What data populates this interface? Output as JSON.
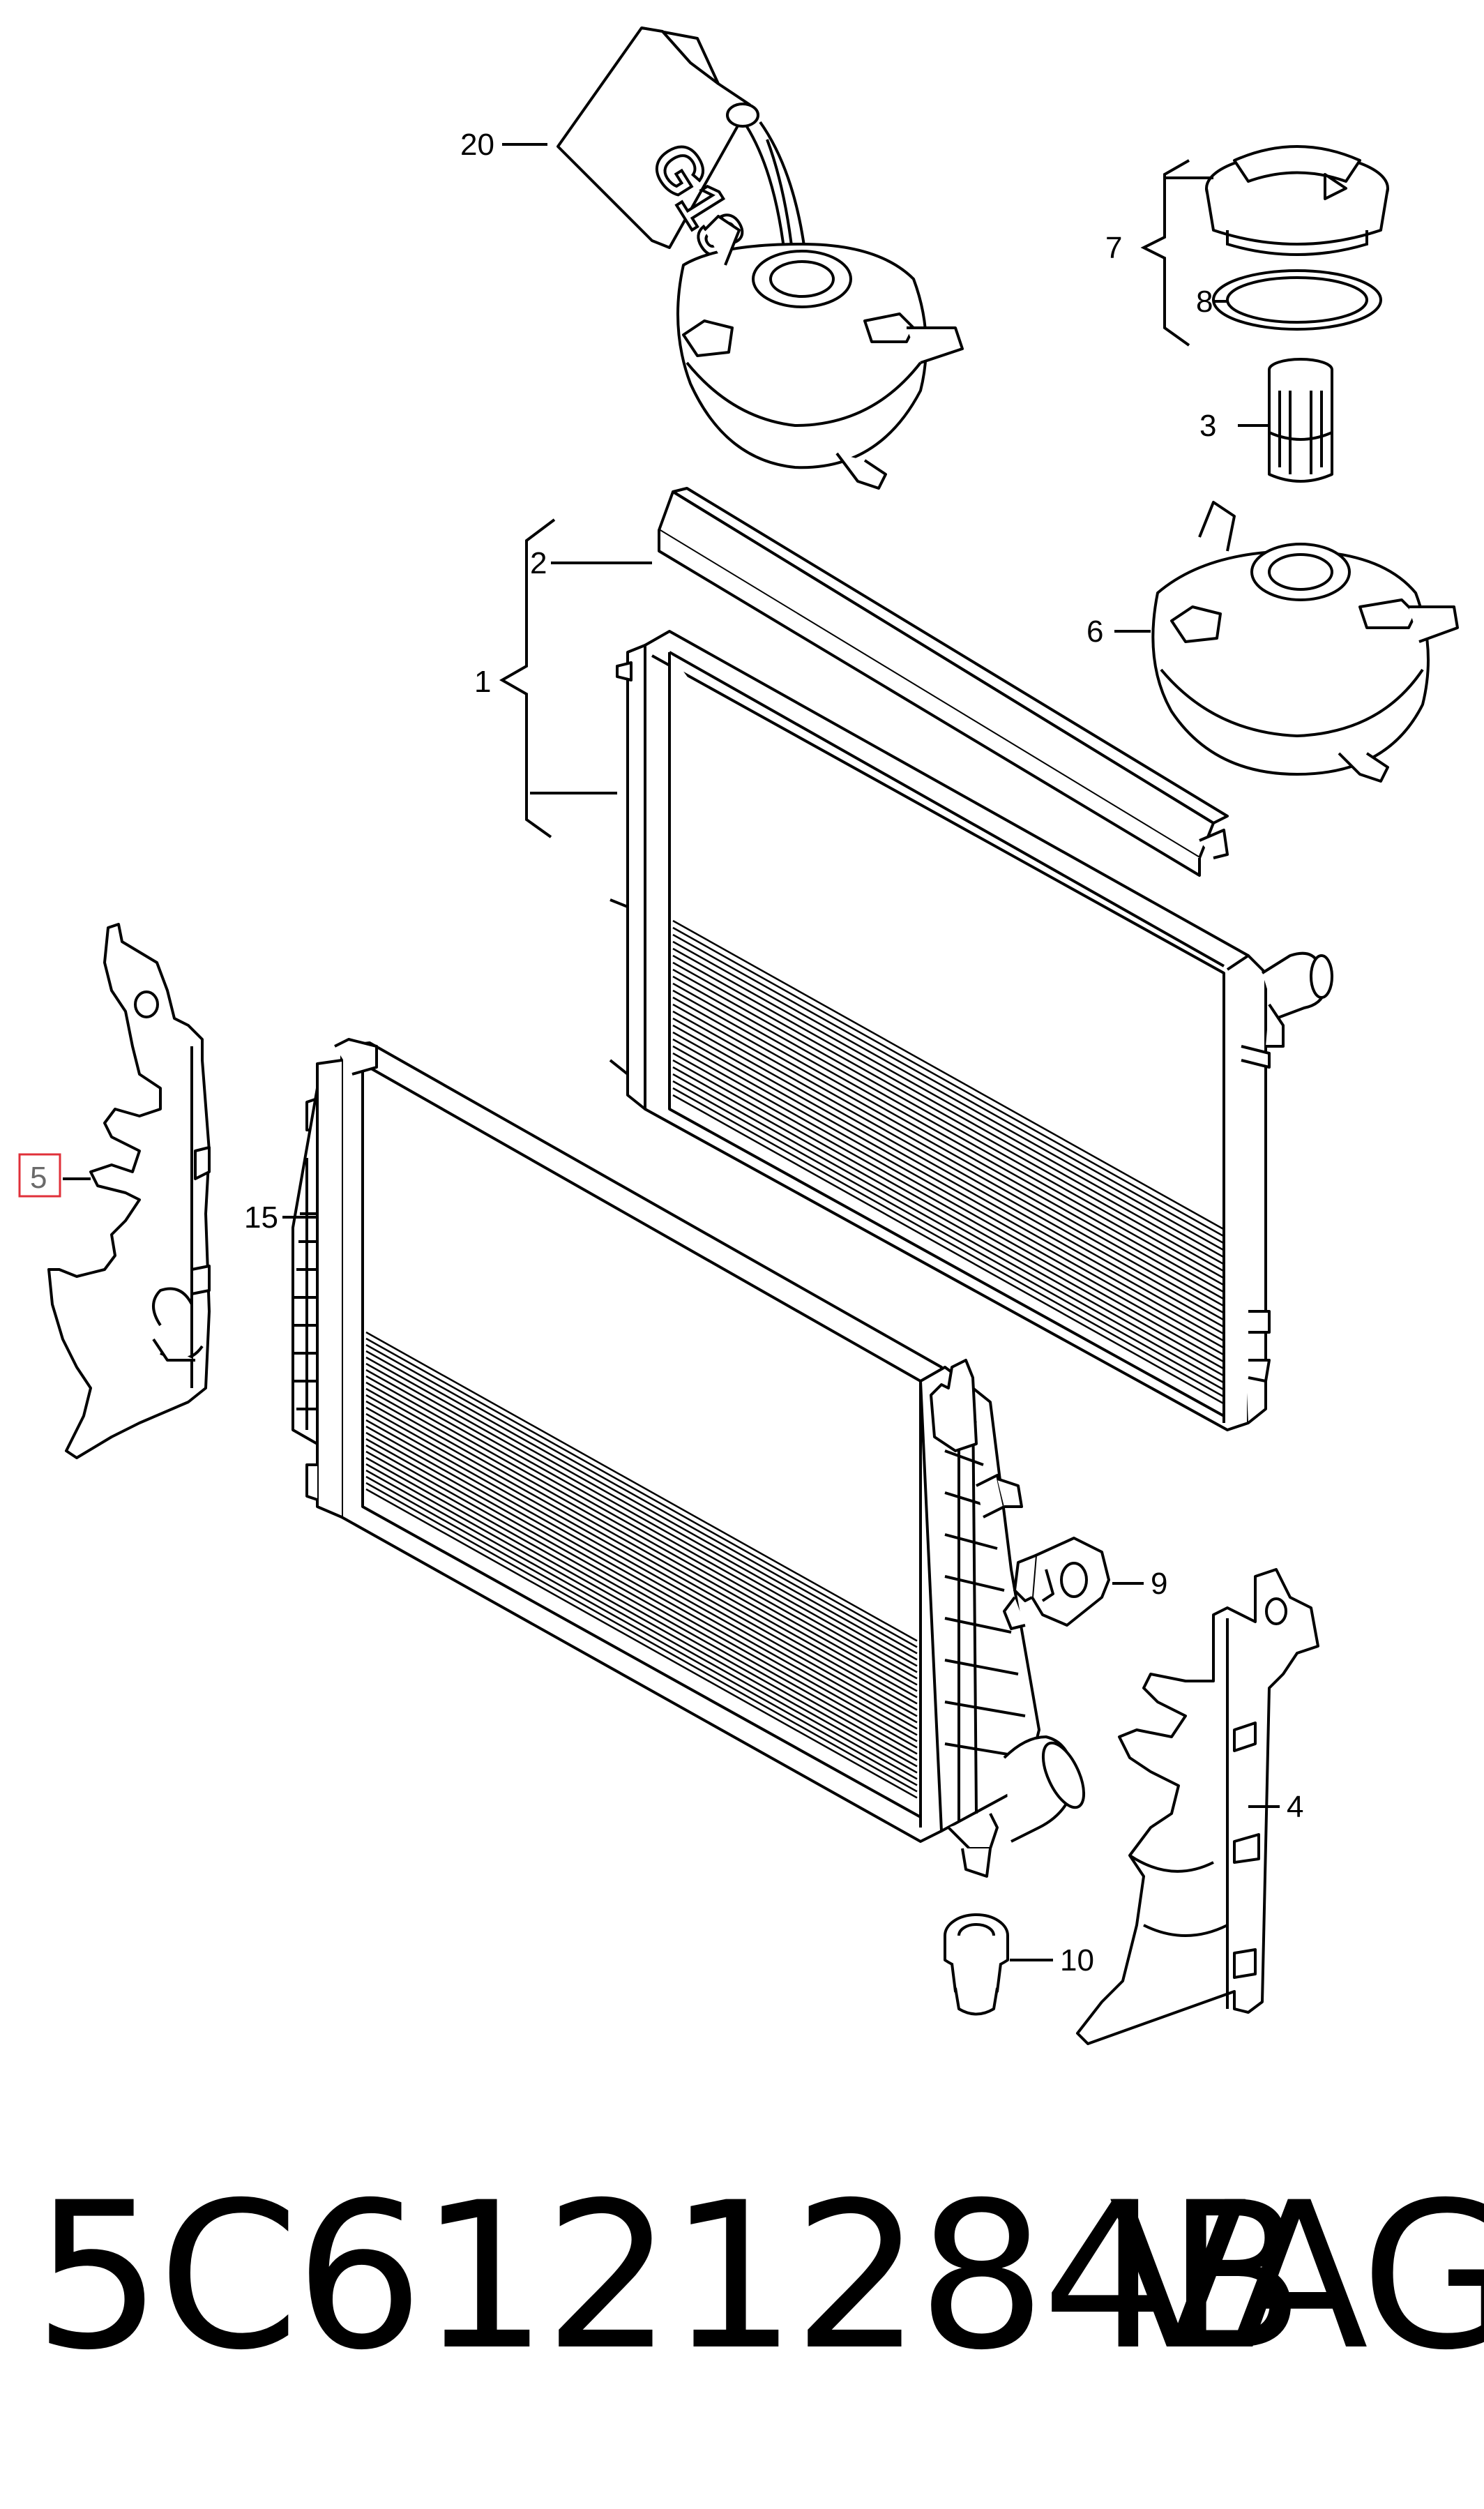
{
  "callouts": {
    "c1": "1",
    "c2": "2",
    "c3": "3",
    "c4": "4",
    "c5": "5",
    "c6": "6",
    "c7": "7",
    "c8": "8",
    "c9": "9",
    "c10": "10",
    "c15": "15",
    "c20": "20"
  },
  "bottle_label": "G13",
  "footer": {
    "part_number": "5C6121284B",
    "brand": "VAG"
  },
  "colors": {
    "highlight": "#e0303a",
    "line": "#000000"
  }
}
